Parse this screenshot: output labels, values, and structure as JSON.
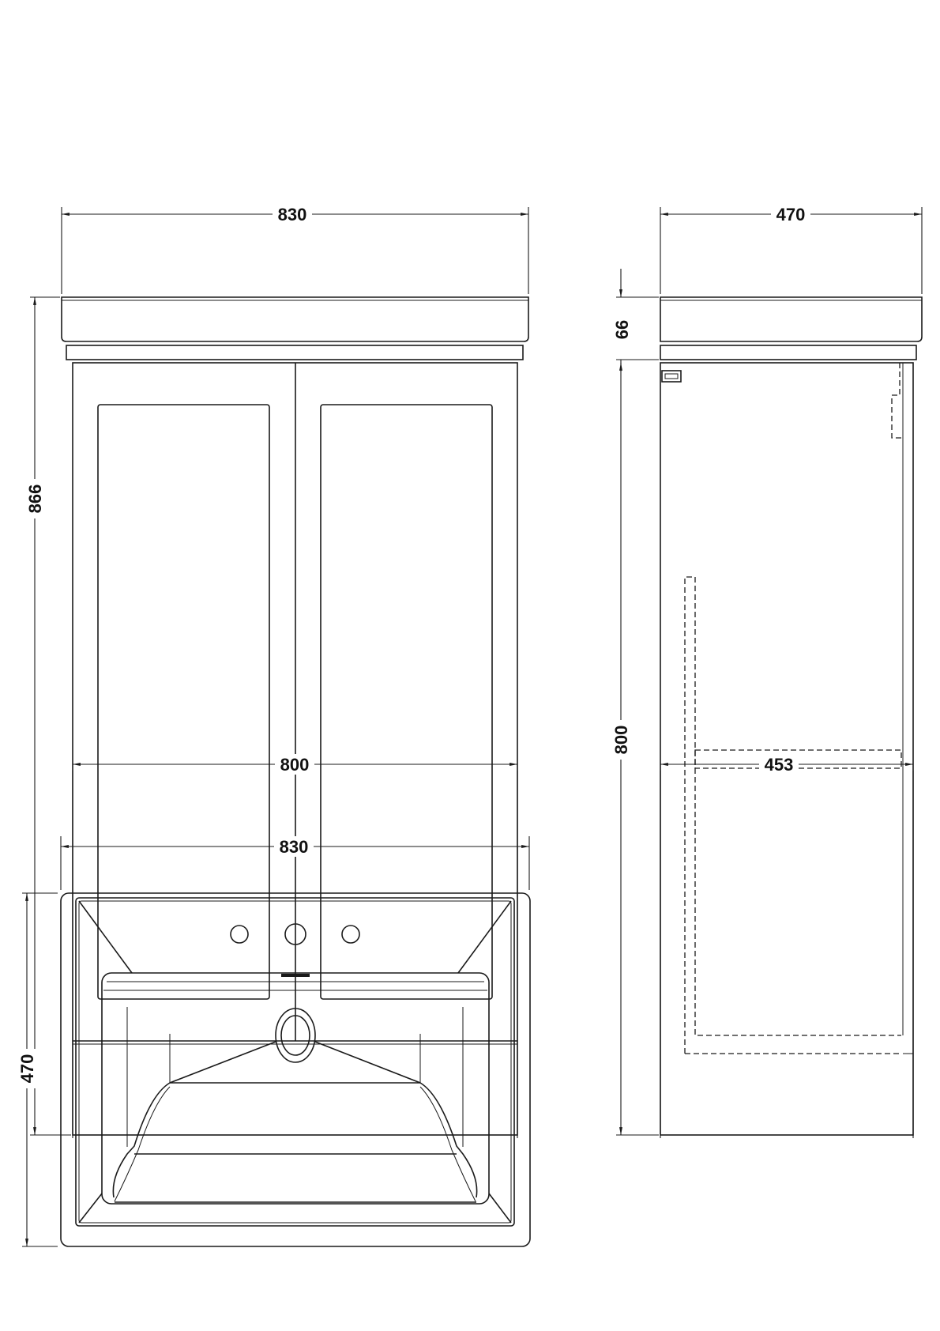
{
  "front_view": {
    "width_top_label": "830",
    "height_total_label": "866",
    "width_cabinet_label": "800"
  },
  "side_view": {
    "depth_top_label": "470",
    "basin_height_label": "66",
    "cabinet_height_label": "800",
    "depth_cabinet_label": "453"
  },
  "plan_view": {
    "width_label": "830",
    "depth_label": "470"
  },
  "colors": {
    "line": "#1a1a1a",
    "background": "#ffffff"
  }
}
